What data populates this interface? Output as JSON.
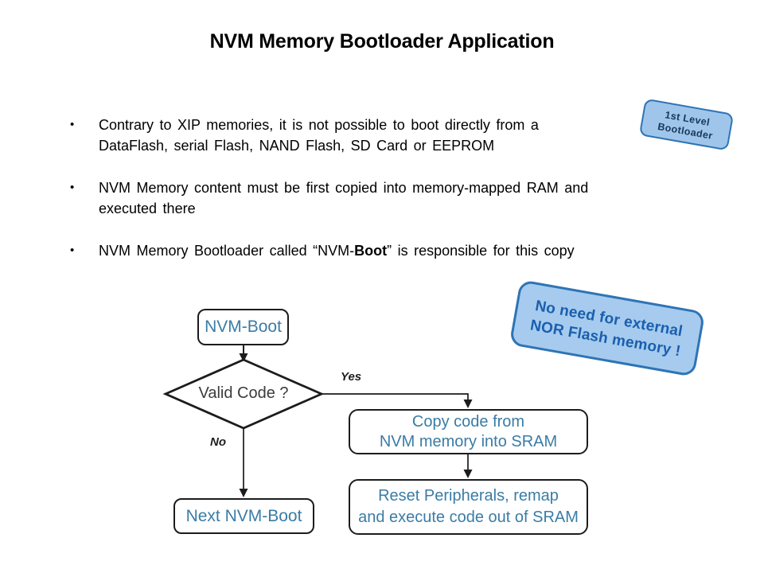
{
  "title": "NVM Memory Bootloader Application",
  "badge": {
    "line1": "1st Level",
    "line2": "Bootloader"
  },
  "bullets": [
    {
      "lines": [
        "Contrary to XIP memories, it is not possible to boot directly from a",
        "DataFlash, serial Flash, NAND Flash, SD Card or EEPROM"
      ]
    },
    {
      "lines": [
        "NVM Memory content must be first copied into memory-mapped RAM and",
        "executed there"
      ]
    },
    {
      "pre": "NVM Memory Bootloader called “NVM-",
      "bold": "Boot",
      "post": "” is responsible for this copy"
    }
  ],
  "flowchart": {
    "start_box": "NVM-Boot",
    "decision": "Valid Code ?",
    "yes_label": "Yes",
    "no_label": "No",
    "copy_box": {
      "line1": "Copy code from",
      "line2": "NVM memory into SRAM"
    },
    "reset_box": {
      "line1": "Reset Peripherals, remap",
      "line2": "and execute code out of SRAM"
    },
    "next_box": "Next NVM-Boot"
  },
  "callout": {
    "line1": "No need for external",
    "line2": "NOR Flash memory !"
  },
  "colors": {
    "flow-text": "#3A7CA5",
    "line-color": "#1C1C1C",
    "badge-fill": "#9FC6EA",
    "badge-border": "#2E74B5",
    "badge-text": "#17375E",
    "callout-fill": "#A6CBEE",
    "callout-border": "#2E74B5",
    "callout-text": "#1A5FAE"
  }
}
